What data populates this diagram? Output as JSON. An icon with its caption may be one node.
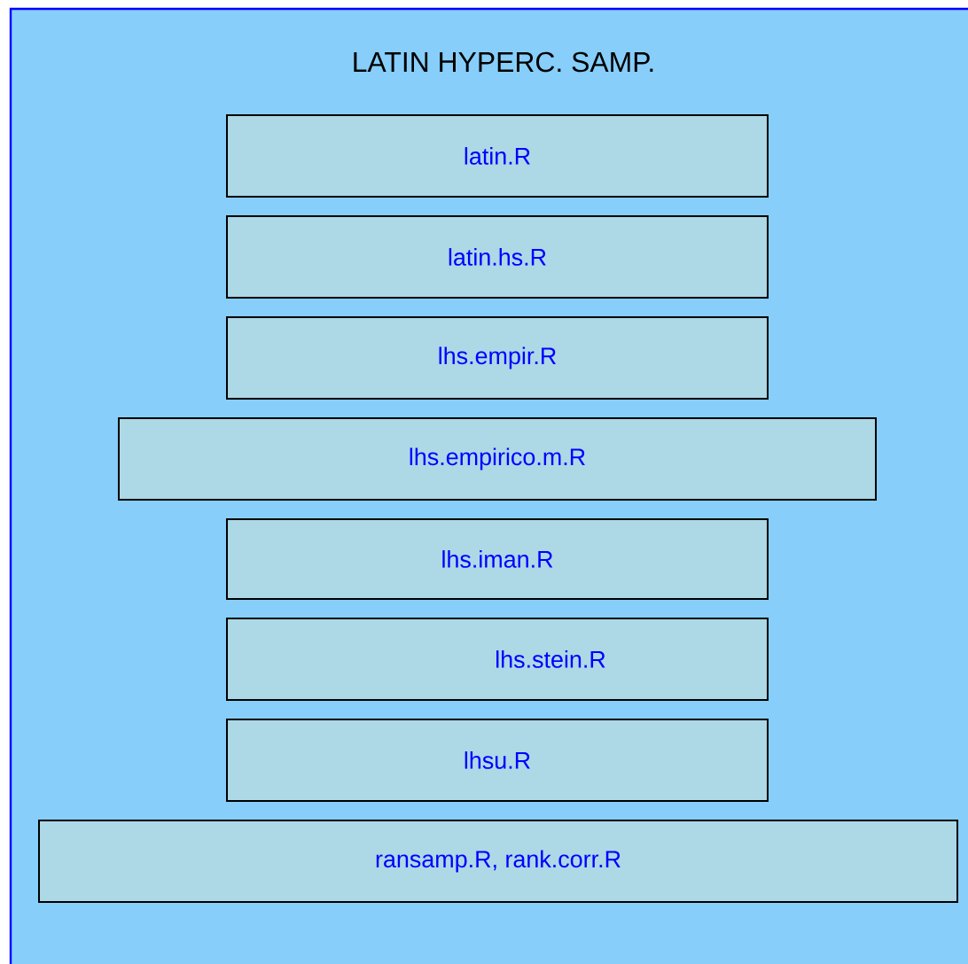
{
  "diagram": {
    "nodes": [
      {
        "text": [
          "LATIN HYPERC. SAMP."
        ]
      },
      {
        "text": [
          "latin.R"
        ],
        "in": 0
      },
      {
        "text": [
          "latin.hs.R"
        ],
        "in": 0
      },
      {
        "text": [
          "lhs.empir.R"
        ],
        "in": 0
      },
      {
        "text": [
          "lhs.empirico.m.R"
        ],
        "in": 0
      },
      {
        "text": [
          "lhs.iman.R"
        ],
        "in": 0
      },
      {
        "text": [
          "lhs.stein.R"
        ],
        "in": 0
      },
      {
        "text": [
          "lhsu.R"
        ],
        "in": 0
      },
      {
        "text": [
          "ransamp.R, rank.corr.R"
        ],
        "in": 0
      }
    ]
  }
}
